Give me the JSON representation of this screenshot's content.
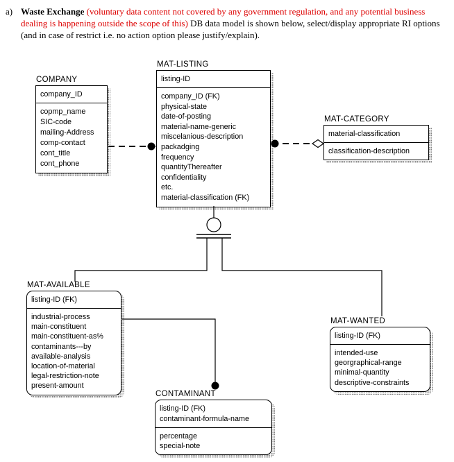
{
  "header": {
    "item_marker": "a)",
    "title_bold": "Waste Exchange",
    "red_note": "(voluntary data content not covered by any government regulation, and any potential business dealing is happening outside the scope of this)",
    "rest": " DB data model is shown below, select/display appropriate RI options (and in case of restrict i.e. no action option please justify/explain)."
  },
  "colors": {
    "note_red": "#dd0000",
    "diagram_line": "#000000",
    "shadow_gray": "#808080"
  },
  "entities": {
    "company": {
      "label": "COMPANY",
      "keys": [
        "company_ID"
      ],
      "attributes": [
        "copmp_name",
        "SIC-code",
        "mailing-Address",
        "comp-contact",
        "cont_title",
        "cont_phone"
      ]
    },
    "mat_listing": {
      "label": "MAT-LISTING",
      "keys": [
        "listing-ID"
      ],
      "attributes": [
        "company_ID (FK)",
        "physical-state",
        "date-of-posting",
        "material-name-generic",
        "miscelanious-description",
        "packadging",
        "frequency",
        "quantityThereafter",
        "confidentiality",
        "etc.",
        "material-classification (FK)"
      ]
    },
    "mat_category": {
      "label": "MAT-CATEGORY",
      "keys": [
        "material-classification"
      ],
      "attributes": [
        "classification-description"
      ]
    },
    "mat_available": {
      "label": "MAT-AVAILABLE",
      "keys": [
        "listing-ID (FK)"
      ],
      "attributes": [
        "industrial-process",
        "main-constituent",
        "main-constituent-as%",
        "contaminants---by",
        "available-analysis",
        "location-of-material",
        "legal-restriction-note",
        "present-amount"
      ]
    },
    "mat_wanted": {
      "label": "MAT-WANTED",
      "keys": [
        "listing-ID (FK)"
      ],
      "attributes": [
        "intended-use",
        "georgraphical-range",
        "minimal-quantity",
        "descriptive-constraints"
      ]
    },
    "contaminant": {
      "label": "CONTAMINANT",
      "keys": [
        "listing-ID (FK)",
        "contaminant-formula-name"
      ],
      "attributes": [
        "percentage",
        "special-note"
      ]
    }
  },
  "relationships": [
    {
      "parent": "COMPANY",
      "child": "MAT-LISTING",
      "line": "dashed",
      "child_end": "filled-circle"
    },
    {
      "parent": "MAT-CATEGORY",
      "child": "MAT-LISTING",
      "line": "dashed",
      "child_end": "filled-circle",
      "parent_end": "open-diamond"
    },
    {
      "parent": "MAT-LISTING",
      "children": [
        "MAT-AVAILABLE",
        "MAT-WANTED"
      ],
      "type": "complete-category-subtype"
    },
    {
      "parent": "MAT-AVAILABLE",
      "child": "CONTAMINANT",
      "line": "solid",
      "child_end": "filled-circle"
    }
  ]
}
